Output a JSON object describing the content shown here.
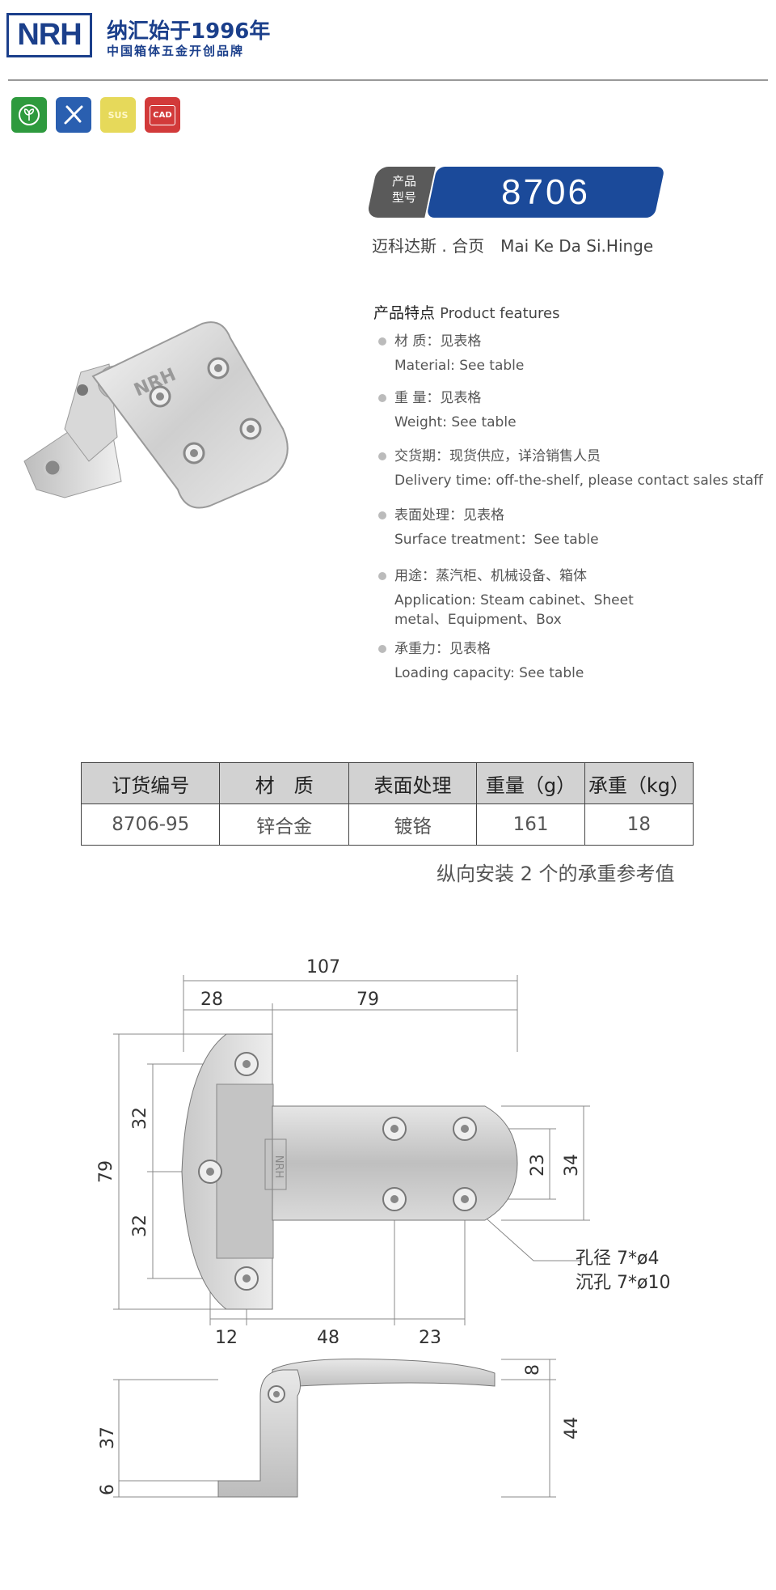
{
  "header": {
    "logo_text": "NRH",
    "brand_cn": "纳汇",
    "slogan": "始于1996年",
    "brand_sub": "中国箱体五金开创品牌"
  },
  "badges": [
    {
      "name": "eco-badge",
      "label": "",
      "color": "#2e9a3e"
    },
    {
      "name": "tools-badge",
      "label": "",
      "color": "#2a5fb0"
    },
    {
      "name": "sus-badge",
      "label": "SUS",
      "color": "#e6d95a"
    },
    {
      "name": "cad-badge",
      "label": "CAD",
      "color": "#d23a3a"
    }
  ],
  "model": {
    "tag": "产品\n型号",
    "tag_line1": "产品",
    "tag_line2": "型号",
    "number": "8706",
    "name_cn": "迈科达斯 . 合页",
    "name_en": "Mai Ke Da Si.Hinge"
  },
  "features": {
    "heading_cn": "产品特点",
    "heading_en": "Product features",
    "items": [
      {
        "cn": "材  质：见表格",
        "en": "Material: See table"
      },
      {
        "cn": "重  量：见表格",
        "en": "Weight: See table"
      },
      {
        "cn": "交货期：现货供应，详洽销售人员",
        "en": "Delivery time: off-the-shelf, please contact sales staff"
      },
      {
        "cn": "表面处理：见表格",
        "en": "Surface treatment：See table"
      },
      {
        "cn": "用途：蒸汽柜、机械设备、箱体",
        "en": "Application: Steam cabinet、Sheet metal、Equipment、Box"
      },
      {
        "cn": "承重力：见表格",
        "en": "Loading capacity: See table"
      }
    ]
  },
  "table": {
    "headers": [
      "订货编号",
      "材　质",
      "表面处理",
      "重量（g）",
      "承重（kg）"
    ],
    "rows": [
      [
        "8706-95",
        "锌合金",
        "镀铬",
        "161",
        "18"
      ]
    ],
    "note": "纵向安装 2 个的承重参考值"
  },
  "dims": {
    "top_total": "107",
    "top_left": "28",
    "top_right": "79",
    "left_upper": "32",
    "left_lower": "32",
    "left_total": "79",
    "right_inner": "23",
    "right_outer": "34",
    "bottom_a": "12",
    "bottom_b": "48",
    "bottom_c": "23",
    "hole_1": "孔径 7*ø4",
    "hole_2": "沉孔 7*ø10",
    "side_thick": "8",
    "side_total": "44",
    "side_height": "37",
    "side_base": "6",
    "stamp": "NRH"
  }
}
